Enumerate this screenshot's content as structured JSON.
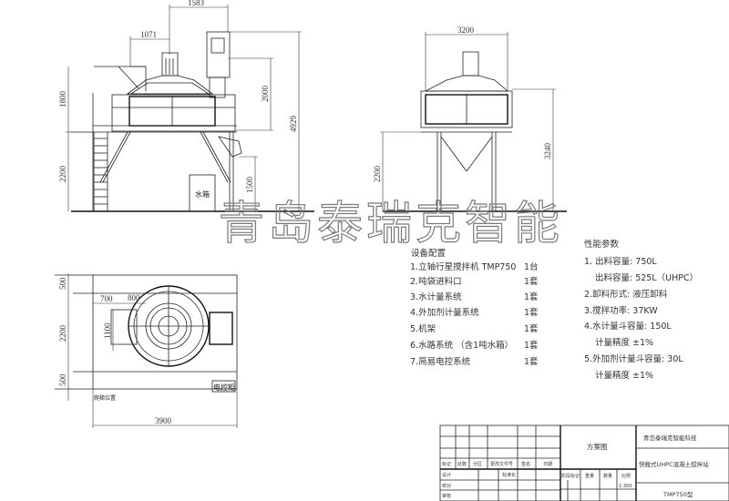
{
  "watermark": "青岛泰瑞克智能",
  "front_view": {
    "dims": {
      "d1583": "1583",
      "d1071": "1071",
      "d1800": "1800",
      "d2200": "2200",
      "d2000": "2000",
      "d4929": "4929",
      "d1500": "1500"
    },
    "water_tank_label": "水箱"
  },
  "side_view": {
    "dims": {
      "d3200": "3200",
      "d2200": "2200",
      "d3240": "3240"
    }
  },
  "plan_view": {
    "dims": {
      "d500a": "500",
      "d2200": "2200",
      "d500b": "500",
      "d700": "700",
      "d800": "800",
      "d1100": "1100",
      "d3900": "3900"
    },
    "control_cabinet_label": "电控柜",
    "ladder_position_label": "爬梯位置"
  },
  "equipment": {
    "title": "设备配置",
    "items": [
      {
        "name": "1.立轴行星搅拌机 TMP750",
        "qty": "1台"
      },
      {
        "name": "2.吨袋进料口",
        "qty": "1套"
      },
      {
        "name": "3.水计量系统",
        "qty": "1套"
      },
      {
        "name": "4.外加剂计量系统",
        "qty": "1套"
      },
      {
        "name": "5.机架",
        "qty": "1套"
      },
      {
        "name": "6.水路系统 （含1吨水箱）",
        "qty": "1套"
      },
      {
        "name": "7.简易电控系统",
        "qty": "1套"
      }
    ]
  },
  "performance": {
    "title": "性能参数",
    "lines": [
      "1.  出料容量: 750L",
      "出料容量: 525L（UHPC）",
      "2.卸料形式: 液压卸料",
      "3.搅拌功率: 37KW",
      "4.水计量斗容量: 150L",
      "计量精度 ±1%",
      "5.外加剂计量斗容量: 30L",
      "计量精度 ±1%"
    ]
  },
  "title_block": {
    "headers": [
      "标记",
      "处数",
      "分区",
      "更改文件号",
      "签名",
      "日期"
    ],
    "roles": [
      "设计",
      "校对",
      "审核"
    ],
    "standardization": "标准化",
    "drawing_type": "方案图",
    "stage_headers": [
      "阶段标记",
      "重量",
      "数量",
      "比例"
    ],
    "scale": "1:300",
    "company": "青岛泰瑞克智能科技",
    "product": "快搬式UHPC混凝土搅拌站",
    "model": "TMP750型"
  }
}
